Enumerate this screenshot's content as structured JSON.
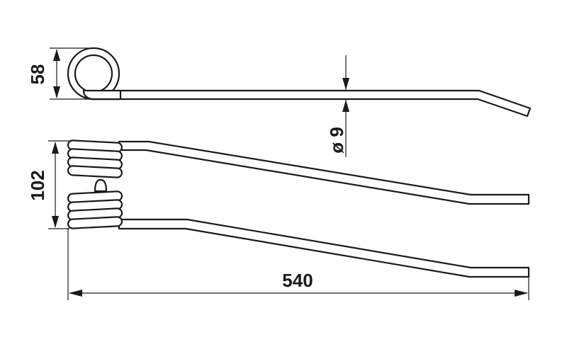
{
  "dimensions": {
    "coil_height": "58",
    "wire_diameter": "ø 9",
    "tine_spread": "102",
    "overall_length": "540"
  },
  "colors": {
    "line": "#1a1a1a",
    "background": "#ffffff"
  }
}
